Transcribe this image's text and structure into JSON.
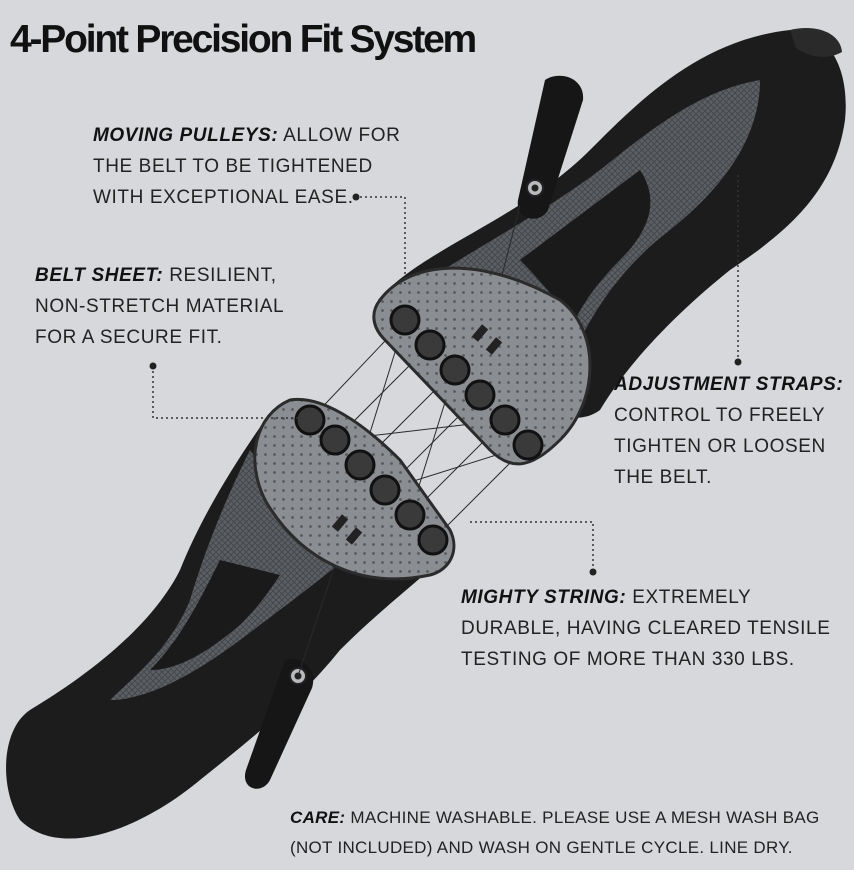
{
  "title": "4-Point Precision Fit System",
  "callouts": {
    "moving_pulleys": {
      "label": "MOVING PULLEYS:",
      "lines": [
        "ALLOW FOR",
        "THE BELT TO BE TIGHTENED",
        "WITH EXCEPTIONAL EASE."
      ]
    },
    "belt_sheet": {
      "label": "BELT SHEET:",
      "lines": [
        "RESILIENT,",
        "NON-STRETCH MATERIAL",
        "FOR A SECURE FIT."
      ]
    },
    "adjustment_straps": {
      "label": "ADJUSTMENT STRAPS:",
      "lines": [
        "CONTROL TO FREELY",
        "TIGHTEN OR LOOSEN",
        "THE BELT."
      ]
    },
    "mighty_string": {
      "label": "MIGHTY STRING:",
      "lines": [
        "EXTREMELY",
        "DURABLE, HAVING CLEARED TENSILE",
        "TESTING OF MORE THAN 330 LBS."
      ]
    },
    "care": {
      "label": "CARE:",
      "lines": [
        "MACHINE WASHABLE. PLEASE USE A MESH WASH BAG",
        "(NOT INCLUDED) AND WASH ON GENTLE CYCLE. LINE DRY."
      ]
    }
  },
  "colors": {
    "background": "#d6d8dc",
    "belt_dark": "#1c1c1c",
    "mesh": "#5c5f63",
    "pad": "#8a8d91",
    "pulley": "#3a3a3a"
  }
}
